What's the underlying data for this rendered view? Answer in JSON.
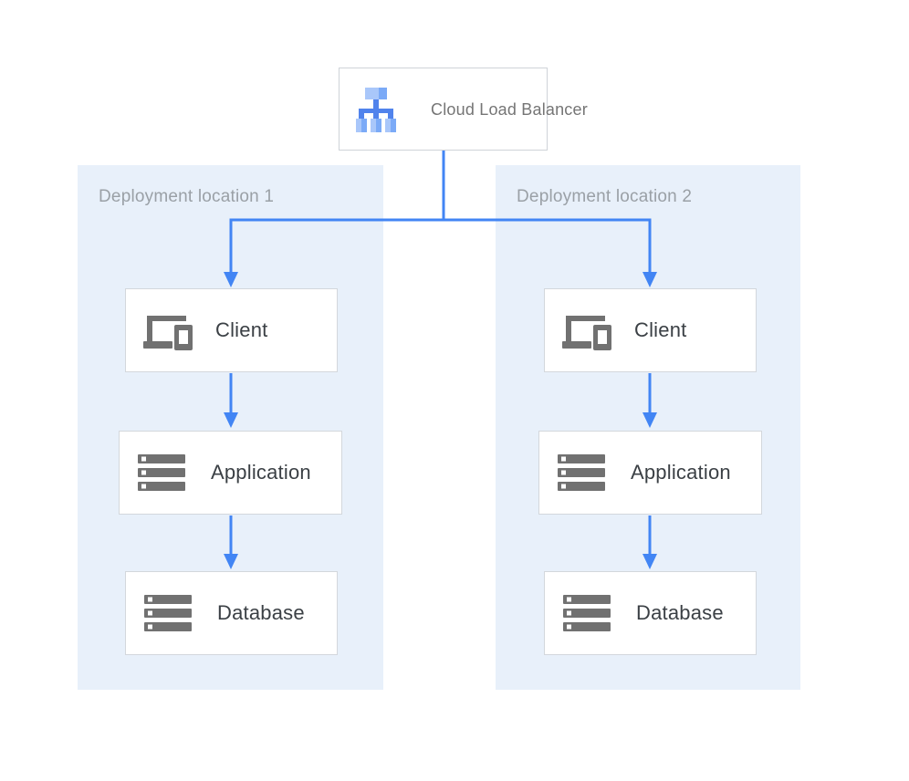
{
  "diagram": {
    "load_balancer": {
      "label": "Cloud Load Balancer",
      "icon": "load-balancer-icon"
    },
    "zones": [
      {
        "title": "Deployment location 1",
        "nodes": [
          {
            "id": "zone1-client",
            "label": "Client",
            "icon": "client-devices-icon"
          },
          {
            "id": "zone1-application",
            "label": "Application",
            "icon": "server-stack-icon"
          },
          {
            "id": "zone1-database",
            "label": "Database",
            "icon": "server-stack-icon"
          }
        ]
      },
      {
        "title": "Deployment location 2",
        "nodes": [
          {
            "id": "zone2-client",
            "label": "Client",
            "icon": "client-devices-icon"
          },
          {
            "id": "zone2-application",
            "label": "Application",
            "icon": "server-stack-icon"
          },
          {
            "id": "zone2-database",
            "label": "Database",
            "icon": "server-stack-icon"
          }
        ]
      }
    ],
    "edges": [
      {
        "from": "cloud-load-balancer",
        "to": "zone1-client"
      },
      {
        "from": "cloud-load-balancer",
        "to": "zone2-client"
      },
      {
        "from": "zone1-client",
        "to": "zone1-application"
      },
      {
        "from": "zone1-application",
        "to": "zone1-database"
      },
      {
        "from": "zone2-client",
        "to": "zone2-application"
      },
      {
        "from": "zone2-application",
        "to": "zone2-database"
      }
    ],
    "colors": {
      "arrow_blue": "#4285F4",
      "zone_background": "#E8F0FA",
      "node_border": "#D3D7DC",
      "node_text": "#3B4045",
      "zone_title_text": "#9AA0A6",
      "lb_label_text": "#757575",
      "icon_gray": "#717171",
      "lb_icon_light_blue": "#A9C7FA",
      "lb_icon_mid_blue": "#7BAAF7",
      "lb_icon_dark_blue": "#5183EC"
    }
  }
}
